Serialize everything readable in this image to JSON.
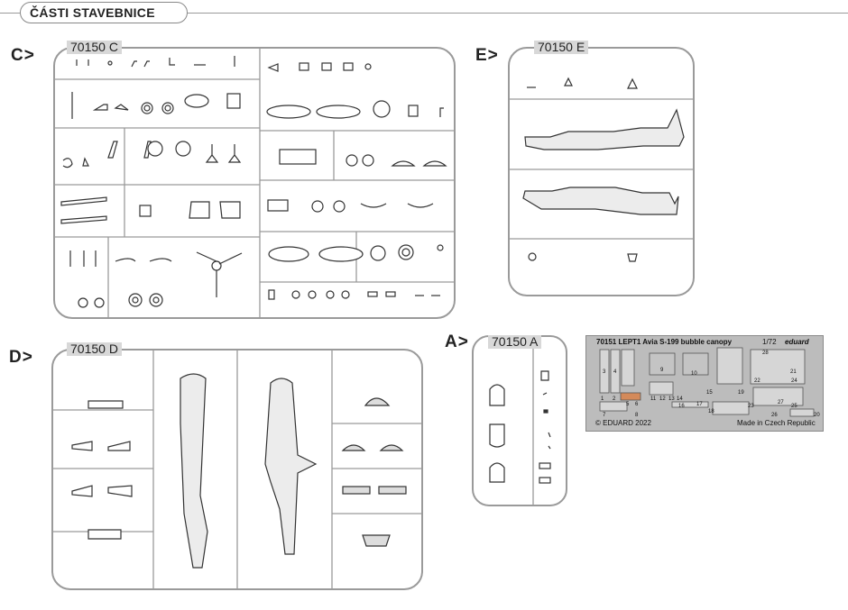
{
  "header": {
    "title": "ČÁSTI STAVEBNICE"
  },
  "sprues": [
    {
      "label": "C>",
      "code": "70150 C"
    },
    {
      "label": "E>",
      "code": "70150 E"
    },
    {
      "label": "D>",
      "code": "70150 D"
    },
    {
      "label": "A>",
      "code": "70150 A"
    }
  ],
  "photoetch": {
    "header": "70151 LEPT1 Avia S-199 bubble canopy",
    "scale": "1/72",
    "brand": "eduard",
    "copyright": "© EDUARD 2022",
    "origin": "Made in Czech Republic",
    "part_numbers": [
      "1",
      "2",
      "3",
      "4",
      "5",
      "6",
      "7",
      "8",
      "9",
      "10",
      "11",
      "12",
      "13",
      "14",
      "15",
      "16",
      "17",
      "18",
      "19",
      "20",
      "21",
      "22",
      "23",
      "24",
      "25",
      "26",
      "27",
      "28"
    ]
  }
}
